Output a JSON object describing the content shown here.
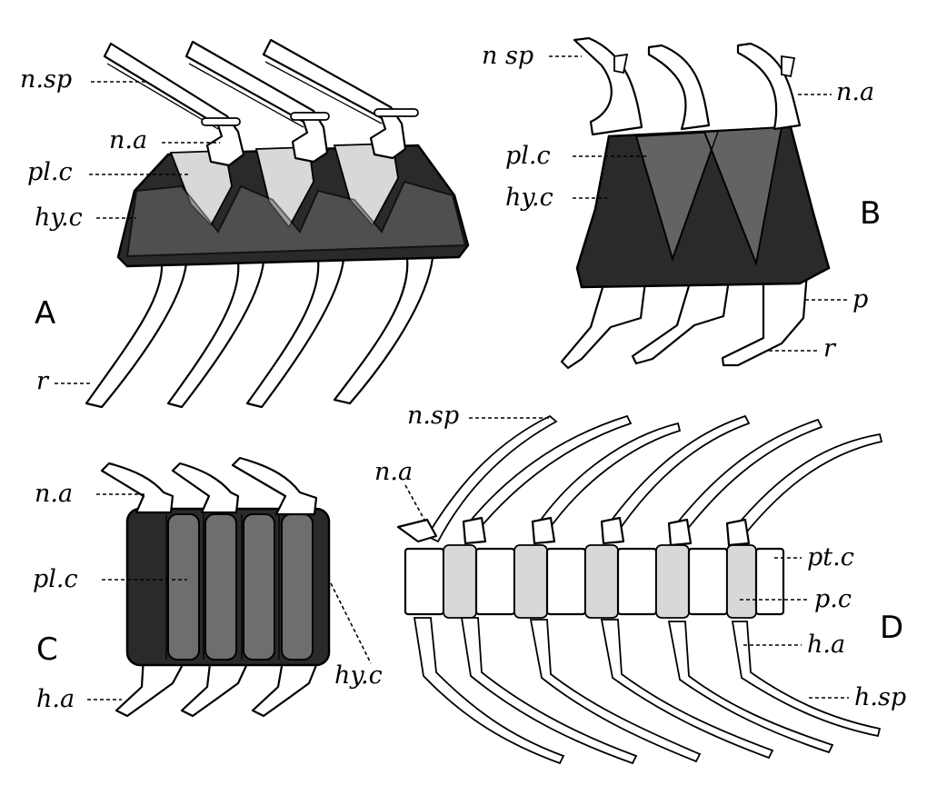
{
  "panels": {
    "A": {
      "letter": "A",
      "labels": {
        "n_sp": "n.sp",
        "n_a": "n.a",
        "pl_c": "pl.c",
        "hy_c": "hy.c",
        "r": "r"
      }
    },
    "B": {
      "letter": "B",
      "labels": {
        "n_sp": "n sp",
        "n_a": "n.a",
        "pl_c": "pl.c",
        "hy_c": "hy.c",
        "p": "p",
        "r": "r"
      }
    },
    "C": {
      "letter": "C",
      "labels": {
        "n_a": "n.a",
        "pl_c": "pl.c",
        "h_a": "h.a",
        "hy_c": "hy.c"
      }
    },
    "D": {
      "letter": "D",
      "labels": {
        "n_sp": "n.sp",
        "n_a": "n.a",
        "pt_c": "pt.c",
        "p_c": "p.c",
        "h_a": "h.a",
        "h_sp": "h.sp"
      }
    }
  }
}
